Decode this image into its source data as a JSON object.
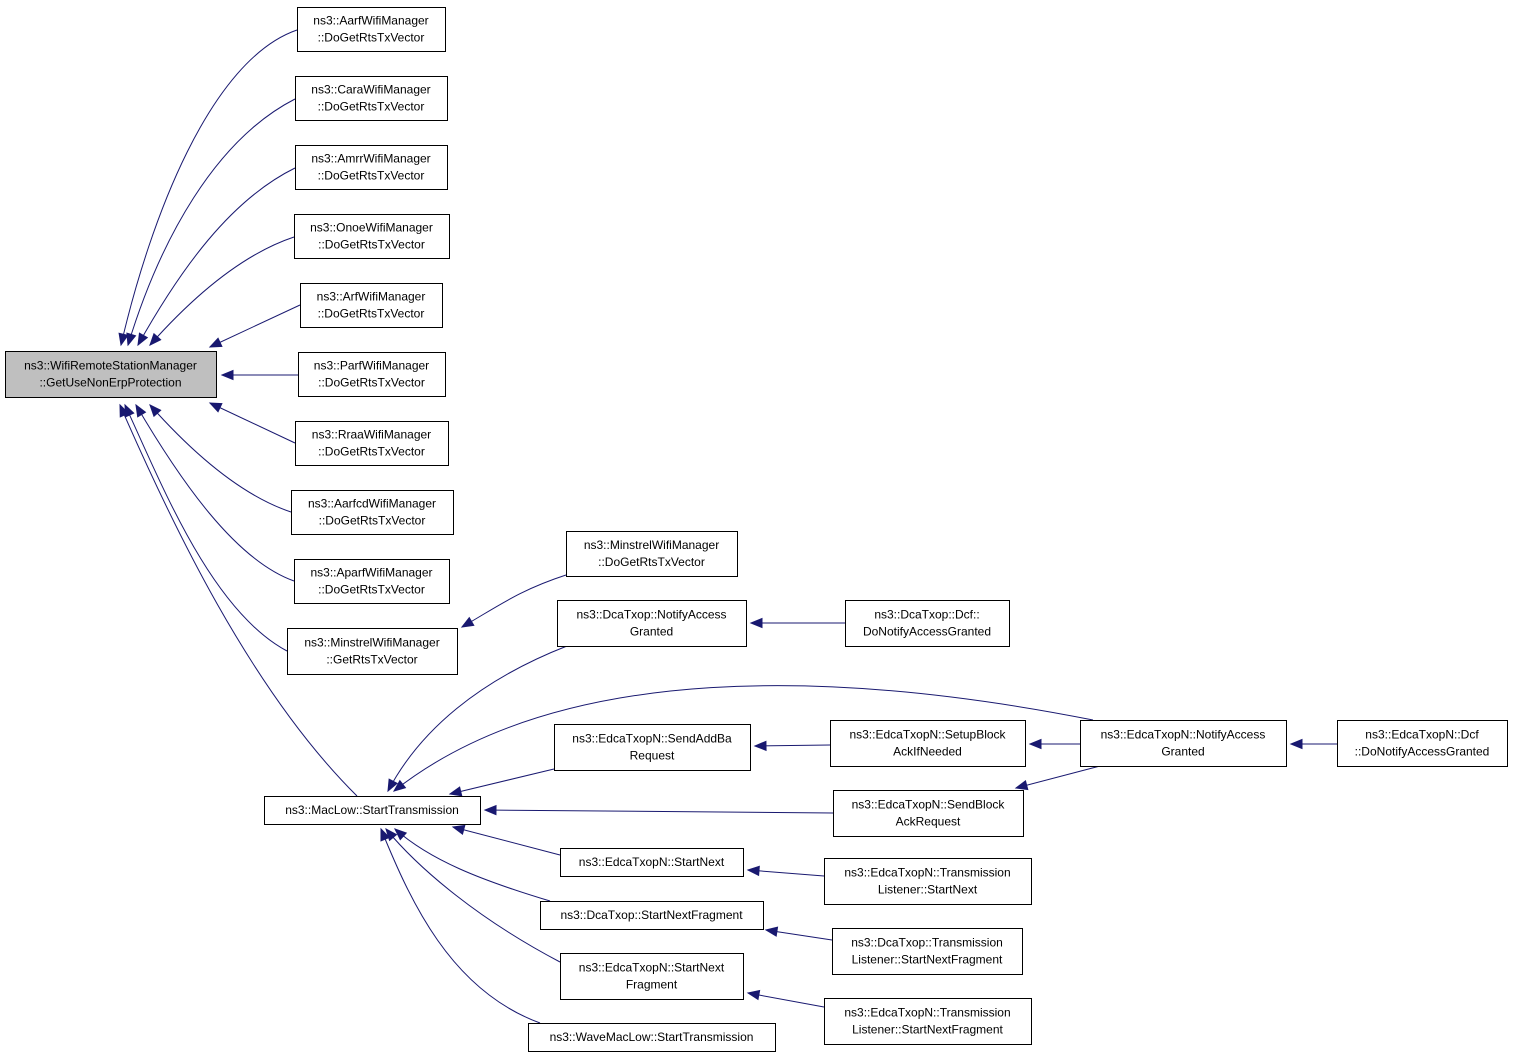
{
  "diagram": {
    "colors": {
      "edge": "#191970",
      "root_fill": "#bfbfbf",
      "node_fill": "#ffffff",
      "node_border": "#000000"
    },
    "nodes": [
      {
        "id": "root",
        "lines": [
          "ns3::WifiRemoteStationManager",
          "::GetUseNonErpProtection"
        ],
        "highlighted": true
      },
      {
        "id": "aarf",
        "lines": [
          "ns3::AarfWifiManager",
          "::DoGetRtsTxVector"
        ]
      },
      {
        "id": "cara",
        "lines": [
          "ns3::CaraWifiManager",
          "::DoGetRtsTxVector"
        ]
      },
      {
        "id": "amrr",
        "lines": [
          "ns3::AmrrWifiManager",
          "::DoGetRtsTxVector"
        ]
      },
      {
        "id": "onoe",
        "lines": [
          "ns3::OnoeWifiManager",
          "::DoGetRtsTxVector"
        ]
      },
      {
        "id": "arf",
        "lines": [
          "ns3::ArfWifiManager",
          "::DoGetRtsTxVector"
        ]
      },
      {
        "id": "parf",
        "lines": [
          "ns3::ParfWifiManager",
          "::DoGetRtsTxVector"
        ]
      },
      {
        "id": "rraa",
        "lines": [
          "ns3::RraaWifiManager",
          "::DoGetRtsTxVector"
        ]
      },
      {
        "id": "aarfcd",
        "lines": [
          "ns3::AarfcdWifiManager",
          "::DoGetRtsTxVector"
        ]
      },
      {
        "id": "aparf",
        "lines": [
          "ns3::AparfWifiManager",
          "::DoGetRtsTxVector"
        ]
      },
      {
        "id": "minstrel_get",
        "lines": [
          "ns3::MinstrelWifiManager",
          "::GetRtsTxVector"
        ]
      },
      {
        "id": "minstrel_do",
        "lines": [
          "ns3::MinstrelWifiManager",
          "::DoGetRtsTxVector"
        ]
      },
      {
        "id": "maclow_start",
        "lines": [
          "ns3::MacLow::StartTransmission"
        ]
      },
      {
        "id": "dca_notify",
        "lines": [
          "ns3::DcaTxop::NotifyAccess",
          "Granted"
        ]
      },
      {
        "id": "dca_dcf",
        "lines": [
          "ns3::DcaTxop::Dcf::",
          "DoNotifyAccessGranted"
        ]
      },
      {
        "id": "edca_sendaddba",
        "lines": [
          "ns3::EdcaTxopN::SendAddBa",
          "Request"
        ]
      },
      {
        "id": "edca_setupblock",
        "lines": [
          "ns3::EdcaTxopN::SetupBlock",
          "AckIfNeeded"
        ]
      },
      {
        "id": "edca_notify",
        "lines": [
          "ns3::EdcaTxopN::NotifyAccess",
          "Granted"
        ]
      },
      {
        "id": "edca_dcf",
        "lines": [
          "ns3::EdcaTxopN::Dcf",
          "::DoNotifyAccessGranted"
        ]
      },
      {
        "id": "edca_sendblock",
        "lines": [
          "ns3::EdcaTxopN::SendBlock",
          "AckRequest"
        ]
      },
      {
        "id": "edca_startnext",
        "lines": [
          "ns3::EdcaTxopN::StartNext"
        ]
      },
      {
        "id": "edca_tl_startnext",
        "lines": [
          "ns3::EdcaTxopN::Transmission",
          "Listener::StartNext"
        ]
      },
      {
        "id": "dca_startnextfrag",
        "lines": [
          "ns3::DcaTxop::StartNextFragment"
        ]
      },
      {
        "id": "dca_tl_startnextfrag",
        "lines": [
          "ns3::DcaTxop::Transmission",
          "Listener::StartNextFragment"
        ]
      },
      {
        "id": "edca_startnextfrag",
        "lines": [
          "ns3::EdcaTxopN::StartNext",
          "Fragment"
        ]
      },
      {
        "id": "edca_tl_startnextfrag",
        "lines": [
          "ns3::EdcaTxopN::Transmission",
          "Listener::StartNextFragment"
        ]
      },
      {
        "id": "wavemaclow",
        "lines": [
          "ns3::WaveMacLow::StartTransmission"
        ]
      }
    ],
    "edges": [
      {
        "from": "aarf",
        "to": "root"
      },
      {
        "from": "cara",
        "to": "root"
      },
      {
        "from": "amrr",
        "to": "root"
      },
      {
        "from": "onoe",
        "to": "root"
      },
      {
        "from": "arf",
        "to": "root"
      },
      {
        "from": "parf",
        "to": "root"
      },
      {
        "from": "rraa",
        "to": "root"
      },
      {
        "from": "aarfcd",
        "to": "root"
      },
      {
        "from": "aparf",
        "to": "root"
      },
      {
        "from": "minstrel_get",
        "to": "root"
      },
      {
        "from": "maclow_start",
        "to": "root"
      },
      {
        "from": "minstrel_do",
        "to": "minstrel_get"
      },
      {
        "from": "dca_notify",
        "to": "maclow_start"
      },
      {
        "from": "edca_notify",
        "to": "maclow_start"
      },
      {
        "from": "edca_sendaddba",
        "to": "maclow_start"
      },
      {
        "from": "edca_sendblock",
        "to": "maclow_start"
      },
      {
        "from": "edca_startnext",
        "to": "maclow_start"
      },
      {
        "from": "dca_startnextfrag",
        "to": "maclow_start"
      },
      {
        "from": "edca_startnextfrag",
        "to": "maclow_start"
      },
      {
        "from": "wavemaclow",
        "to": "maclow_start"
      },
      {
        "from": "dca_dcf",
        "to": "dca_notify"
      },
      {
        "from": "edca_setupblock",
        "to": "edca_sendaddba"
      },
      {
        "from": "edca_notify",
        "to": "edca_setupblock"
      },
      {
        "from": "edca_notify",
        "to": "edca_sendblock"
      },
      {
        "from": "edca_dcf",
        "to": "edca_notify"
      },
      {
        "from": "edca_tl_startnext",
        "to": "edca_startnext"
      },
      {
        "from": "dca_tl_startnextfrag",
        "to": "dca_startnextfrag"
      },
      {
        "from": "edca_tl_startnextfrag",
        "to": "edca_startnextfrag"
      }
    ]
  }
}
